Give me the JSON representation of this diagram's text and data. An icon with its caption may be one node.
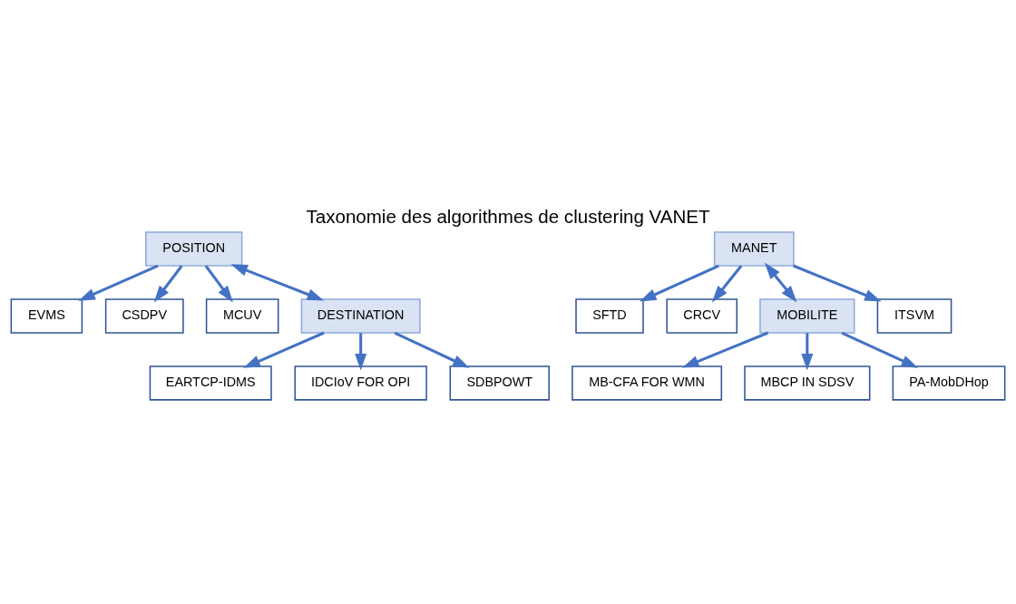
{
  "diagram": {
    "title": "Taxonomie des algorithmes de clustering VANET",
    "nodes": [
      {
        "text": [
          "EVMS"
        ]
      },
      {
        "text": [
          "CSDPV"
        ]
      },
      {
        "text": [
          "MCUV"
        ]
      },
      {
        "text": [
          "POSITION"
        ]
      },
      {
        "text": [
          "SFTD"
        ]
      },
      {
        "text": [
          "MB-CFA FOR WMN"
        ]
      },
      {
        "text": [
          "CRCV"
        ]
      },
      {
        "text": [
          "MANET"
        ]
      },
      {
        "text": [
          "MOBILITE"
        ]
      },
      {
        "text": [
          "MBCP IN SDSV"
        ]
      },
      {
        "text": [
          "ITSVM"
        ]
      },
      {
        "text": [
          "PA-MobDHop"
        ]
      },
      {
        "text": [
          "DESTINATION"
        ]
      },
      {
        "text": [
          "EARTCP-IDMS"
        ]
      },
      {
        "text": [
          "IDCIoV FOR OPI"
        ]
      },
      {
        "text": [
          "SDBPOWT"
        ]
      }
    ],
    "edges": [
      {
        "from": 3,
        "to": 12,
        "arrow": "both"
      },
      {
        "from": 7,
        "to": 8,
        "arrow": "both"
      },
      {
        "from": 3,
        "to": 0,
        "arrow": "to"
      },
      {
        "from": 3,
        "to": 1,
        "arrow": "to"
      },
      {
        "from": 3,
        "to": 2,
        "arrow": "to"
      },
      {
        "from": 7,
        "to": 4,
        "arrow": "to"
      },
      {
        "from": 7,
        "to": 6,
        "arrow": "to"
      },
      {
        "from": 7,
        "to": 10,
        "arrow": "to"
      },
      {
        "from": 8,
        "to": 5,
        "arrow": "to"
      },
      {
        "from": 8,
        "to": 9,
        "arrow": "to"
      },
      {
        "from": 8,
        "to": 11,
        "arrow": "to"
      },
      {
        "from": 12,
        "to": 13,
        "arrow": "to"
      },
      {
        "from": 12,
        "to": 14,
        "arrow": "to"
      },
      {
        "from": 12,
        "to": 15,
        "arrow": "to"
      }
    ]
  }
}
